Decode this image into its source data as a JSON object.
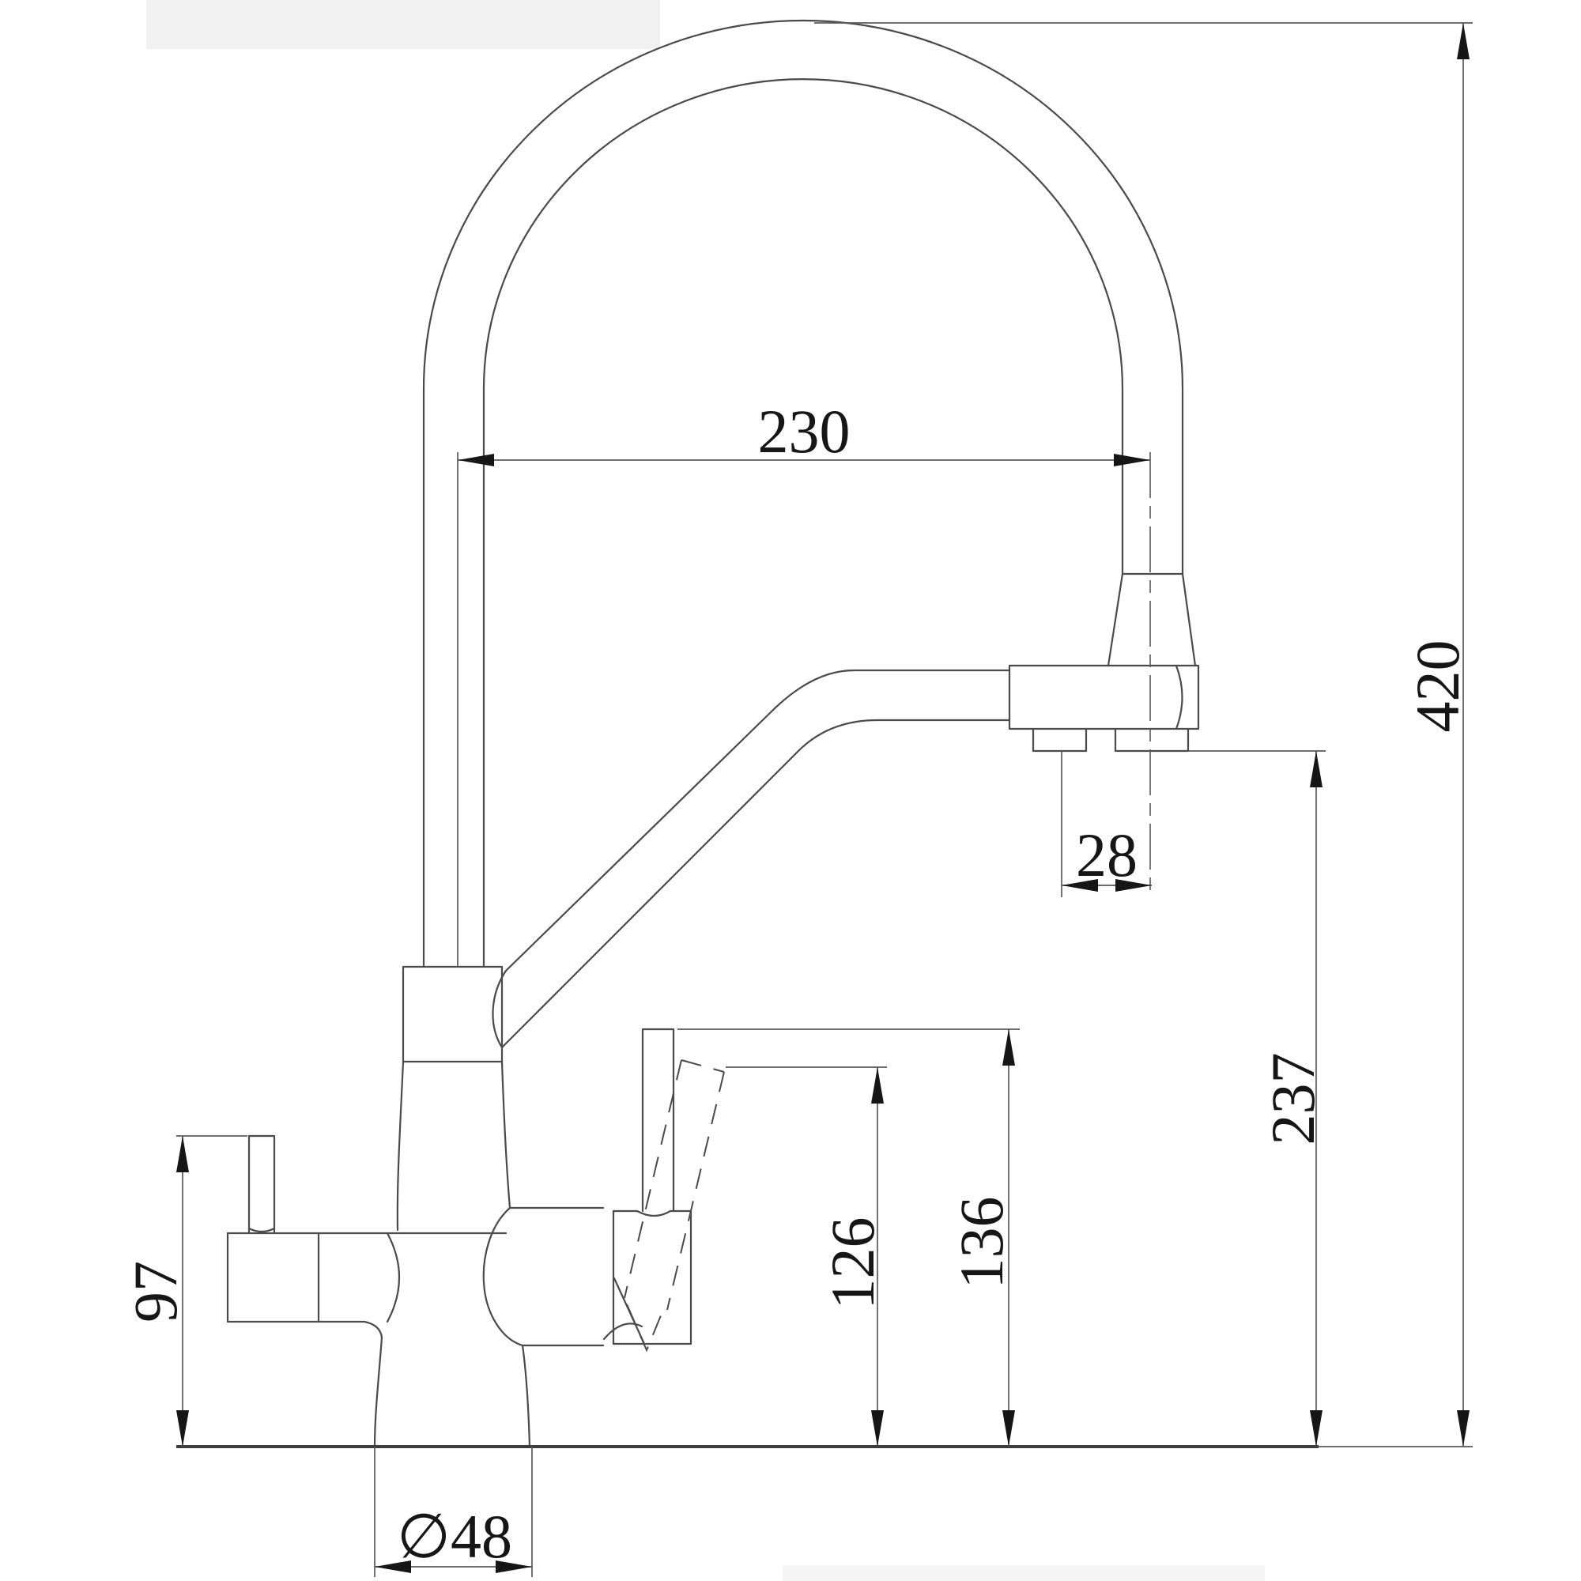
{
  "theme": {
    "paper": "#ffffff",
    "line": "#4a4a4a",
    "dim": "#5a5a5a",
    "ink": "#161616",
    "ground": "#3c3c3c"
  },
  "drawing": {
    "subject": "kitchen mixer faucet with gooseneck spout, pull-down spray head, side lever and filter valve - dimensioned side elevation",
    "style": "black-and-white CAD line drawing on white background"
  },
  "dimensions": {
    "spout_reach": {
      "label": "230",
      "orientation": "horizontal"
    },
    "overall_height": {
      "label": "420",
      "orientation": "vertical"
    },
    "outlet_spacing": {
      "label": "28",
      "orientation": "horizontal"
    },
    "head_outlet_height": {
      "label": "237",
      "orientation": "vertical"
    },
    "handle_top_height": {
      "label": "136",
      "orientation": "vertical"
    },
    "handle_tilted_height": {
      "label": "126",
      "orientation": "vertical"
    },
    "side_lever_height": {
      "label": "97",
      "orientation": "vertical"
    },
    "base_diameter": {
      "label": "∅48",
      "orientation": "horizontal"
    }
  }
}
